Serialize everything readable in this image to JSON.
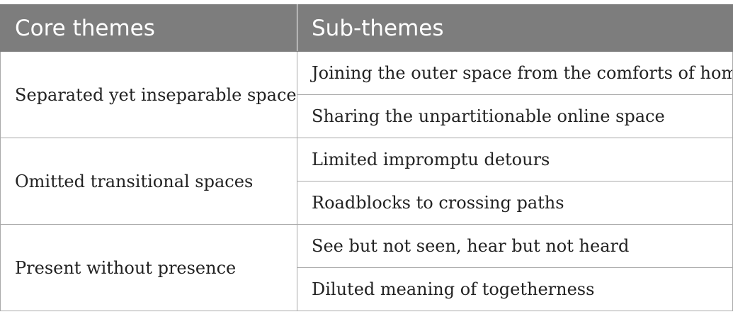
{
  "table": {
    "headers": [
      "Core themes",
      "Sub-themes"
    ],
    "rows": [
      {
        "core": "Separated yet inseparable spaces",
        "subs": [
          "Joining the outer space from the comforts of home",
          "Sharing the unpartitionable online space"
        ]
      },
      {
        "core": "Omitted transitional spaces",
        "subs": [
          "Limited impromptu detours",
          "Roadblocks to crossing paths"
        ]
      },
      {
        "core": "Present without presence",
        "subs": [
          "See but not seen, hear but not heard",
          "Diluted meaning of togetherness"
        ]
      }
    ],
    "colors": {
      "header_bg": "#7d7d7d",
      "header_text": "#ffffff",
      "border": "#a9a9a9",
      "body_text": "#222222"
    }
  }
}
